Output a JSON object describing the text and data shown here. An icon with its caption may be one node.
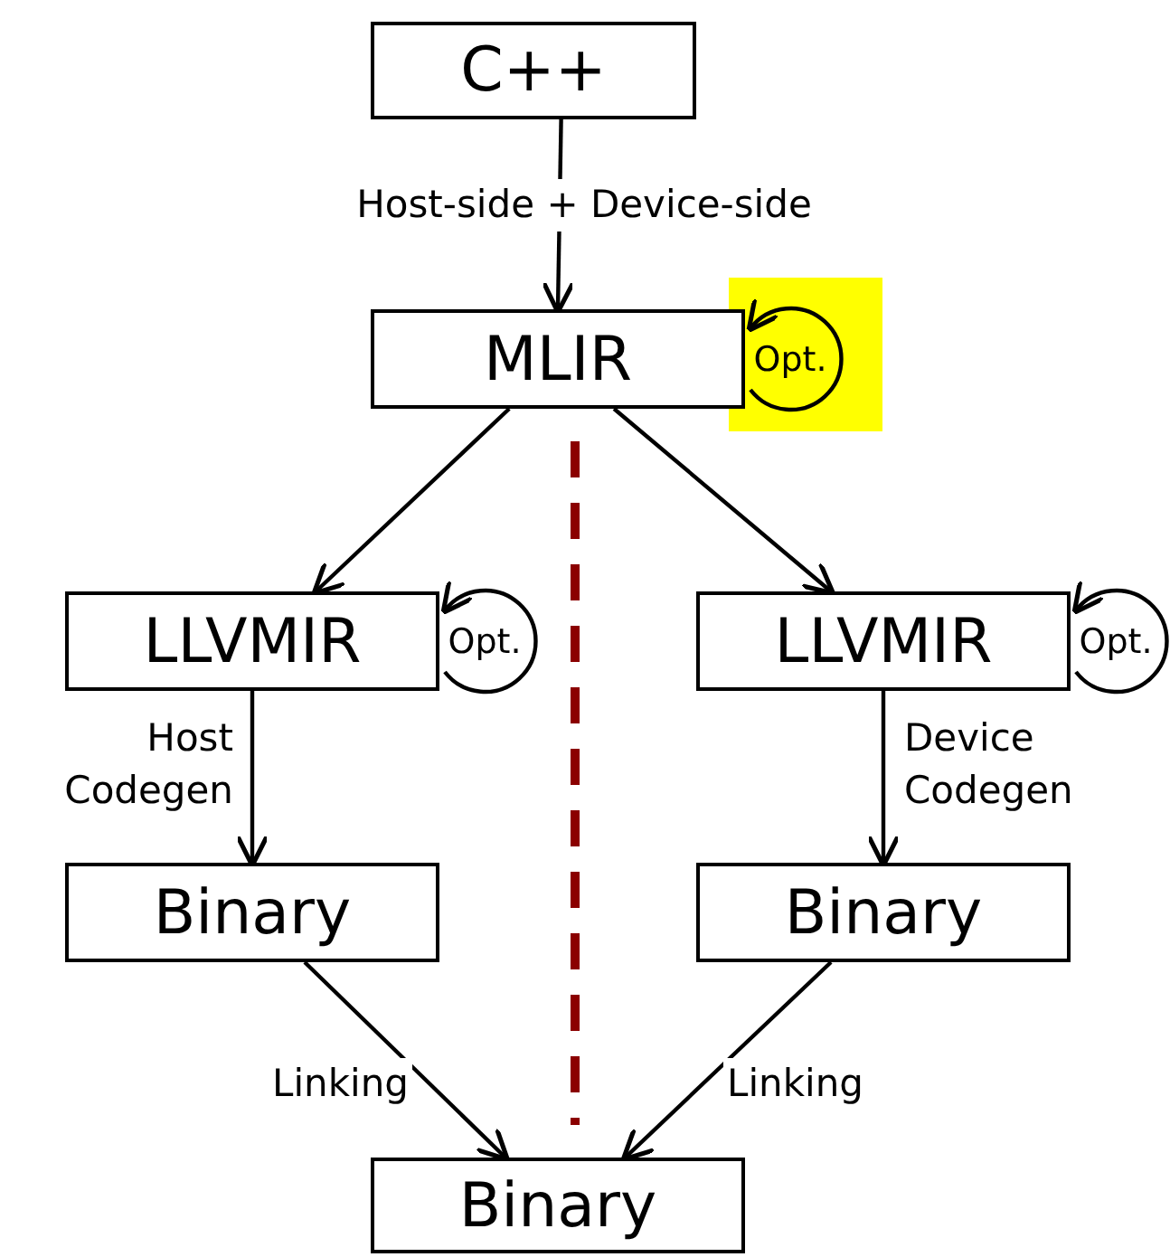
{
  "diagram": {
    "nodes": [
      {
        "text": [
          "C++"
        ]
      },
      {
        "text": [
          "MLIR"
        ]
      },
      {
        "text": [
          "LLVMIR"
        ]
      },
      {
        "text": [
          "LLVMIR"
        ]
      },
      {
        "text": [
          "Binary"
        ]
      },
      {
        "text": [
          "Binary"
        ]
      },
      {
        "text": [
          "Binary"
        ]
      }
    ],
    "edges": [
      {
        "from": 0,
        "to": 1,
        "arrow": "to",
        "label": "Host-side + Device-side"
      },
      {
        "from": 1,
        "to": 1,
        "arrow": "to",
        "label": "Opt."
      },
      {
        "from": 1,
        "to": 2,
        "arrow": "to"
      },
      {
        "from": 1,
        "to": 3,
        "arrow": "to"
      },
      {
        "from": 2,
        "to": 2,
        "arrow": "to",
        "label": "Opt."
      },
      {
        "from": 3,
        "to": 3,
        "arrow": "to",
        "label": "Opt."
      },
      {
        "from": 2,
        "to": 4,
        "arrow": "to",
        "label": "Host Codegen"
      },
      {
        "from": 3,
        "to": 5,
        "arrow": "to",
        "label": "Device Codegen"
      },
      {
        "from": 4,
        "to": 6,
        "arrow": "to",
        "label": "Linking"
      },
      {
        "from": 5,
        "to": 6,
        "arrow": "to",
        "label": "Linking"
      }
    ]
  }
}
